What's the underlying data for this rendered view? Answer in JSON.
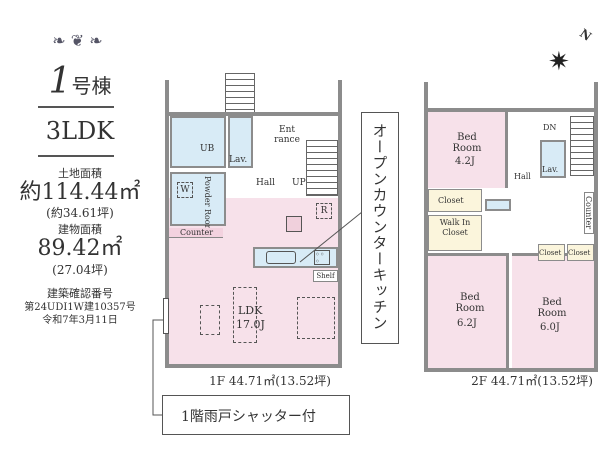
{
  "summary": {
    "building": "1",
    "building_suffix": "号棟",
    "layout": "3LDK",
    "land_area_label": "土地面積",
    "land_area": "約114.44㎡",
    "land_area_tsubo": "(約34.61坪)",
    "floor_area_label": "建物面積",
    "floor_area": "89.42㎡",
    "floor_area_tsubo": "(27.04坪)",
    "permit_label": "建築確認番号",
    "permit_number": "第24UDI1W建10357号",
    "permit_date": "令和7年3月11日"
  },
  "floor1": {
    "rooms": {
      "ub": "UB",
      "lav": "Lav.",
      "entrance": "Ent rance",
      "hall": "Hall",
      "up": "UP",
      "powder": "Powder Room",
      "w": "W",
      "r": "R",
      "counter": "Counter",
      "shelf": "Shelf",
      "ldk": "LDK",
      "ldk_size": "17.0J"
    },
    "caption": "1F 44.71㎡(13.52坪)",
    "callout_kitchen": "オープンカウンターキッチン",
    "callout_shutter": "1階雨戸シャッター付"
  },
  "floor2": {
    "rooms": {
      "bed1": "Bed Room",
      "bed1_size": "4.2J",
      "closet": "Closet",
      "wic": "Walk In Closet",
      "bed2": "Bed Room",
      "bed2_size": "6.2J",
      "bed3": "Bed Room",
      "bed3_size": "6.0J",
      "closet2": "Closet",
      "closet3": "Closet",
      "hall": "Hall",
      "lav": "Lav.",
      "dn": "DN",
      "counter": "Counter"
    },
    "caption": "2F 44.71㎡(13.52坪)"
  },
  "compass": {
    "north": "N"
  }
}
